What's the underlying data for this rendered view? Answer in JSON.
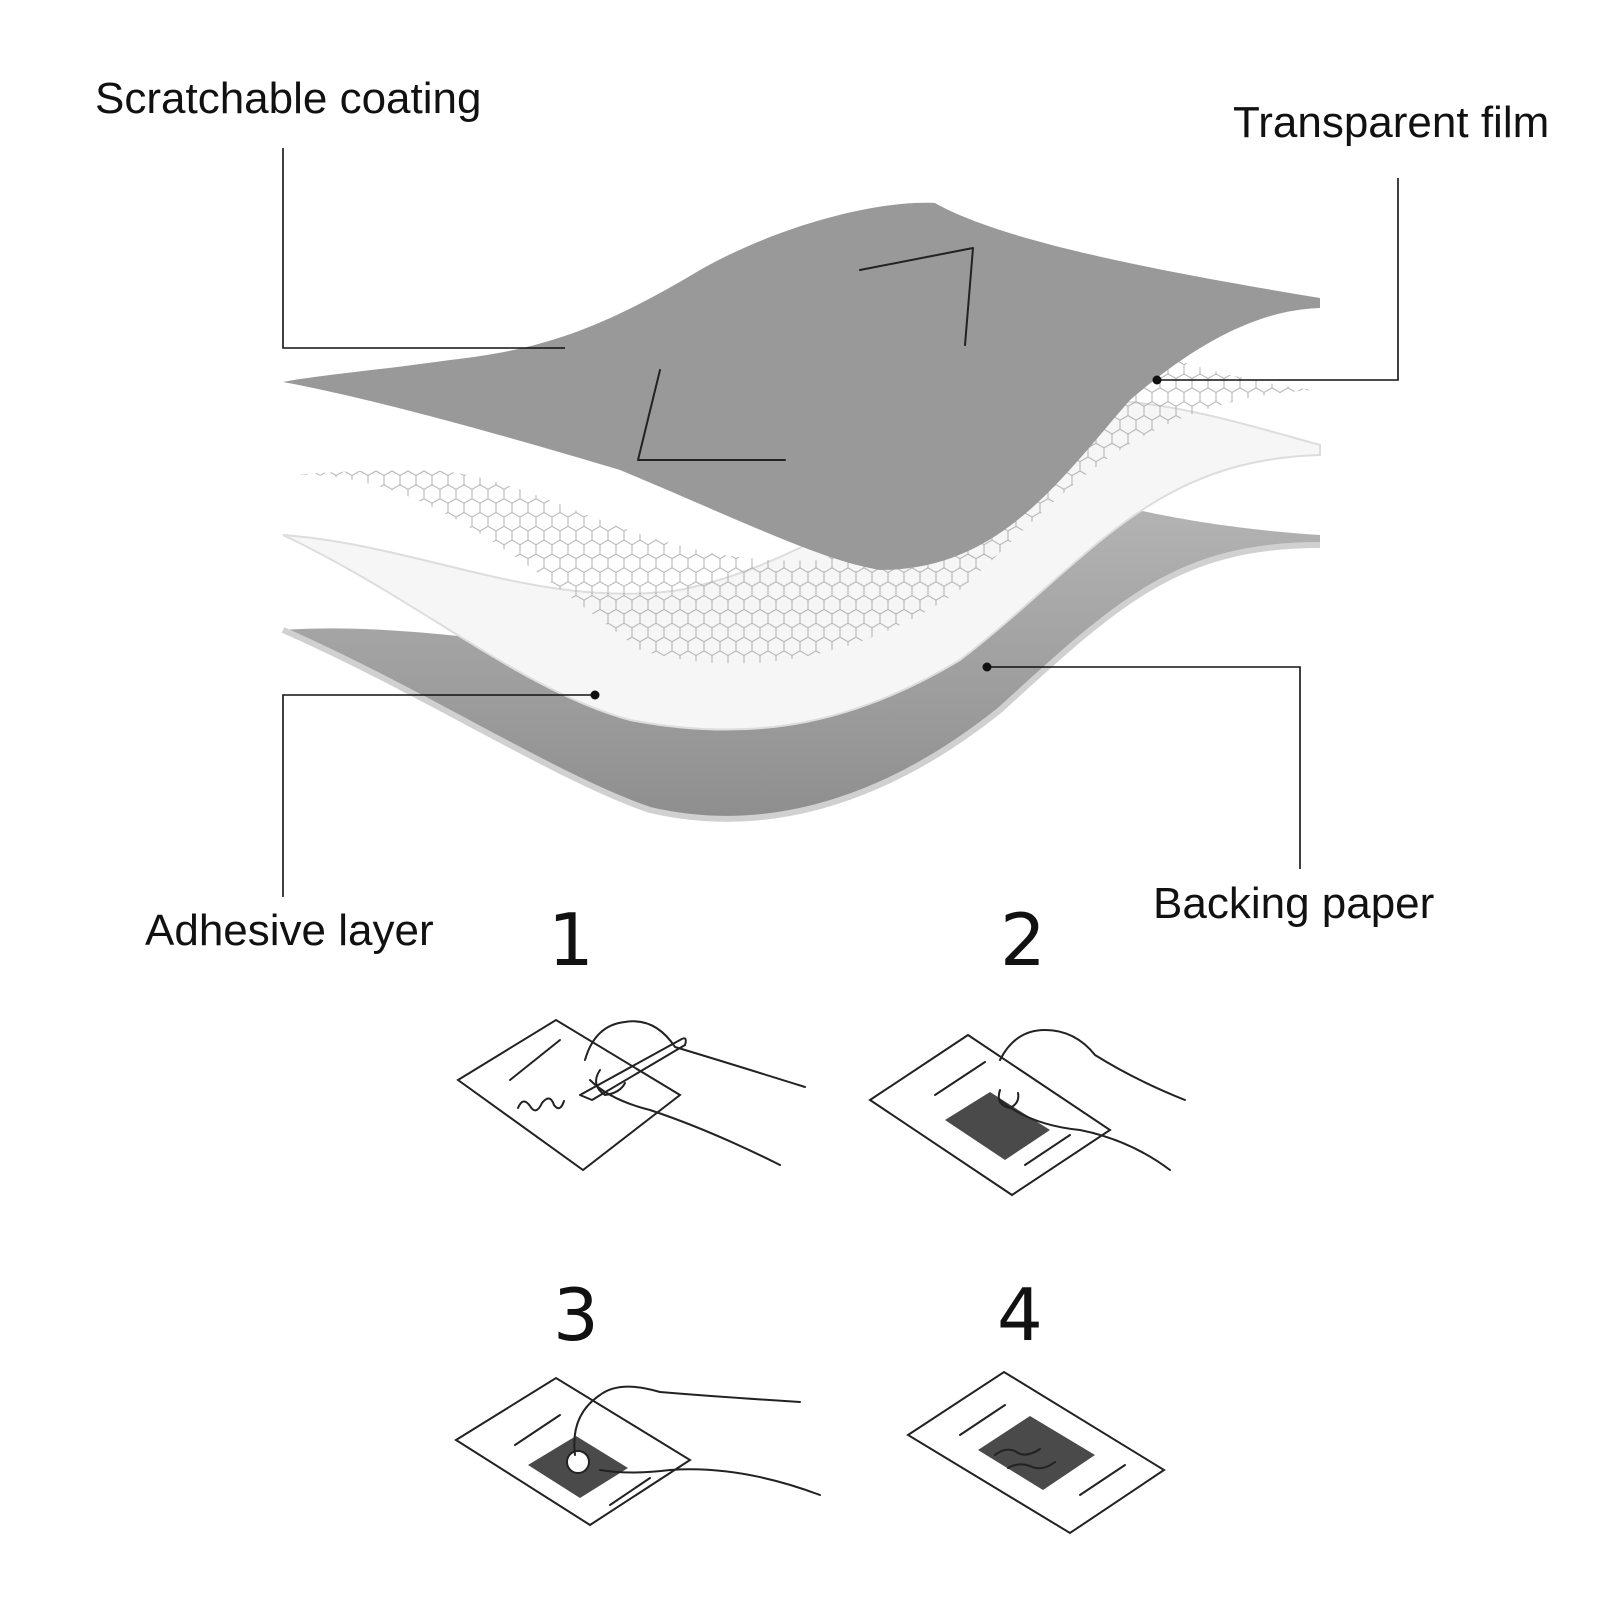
{
  "colors": {
    "coating": "#999999",
    "backing": "#9a9a9a",
    "adhesive": "#f4f4f4",
    "film_hex": "#b0b0b0",
    "step_patch": "#4a4a4a"
  },
  "layers": {
    "scratchable_coating": "Scratchable coating",
    "transparent_film": "Transparent film",
    "adhesive_layer": "Adhesive layer",
    "backing_paper": "Backing paper"
  },
  "steps": [
    {
      "number": "1",
      "icon": "hand-writing-with-pen-icon"
    },
    {
      "number": "2",
      "icon": "hand-applying-sticker-icon"
    },
    {
      "number": "3",
      "icon": "finger-scratching-icon"
    },
    {
      "number": "4",
      "icon": "revealed-message-card-icon"
    }
  ]
}
